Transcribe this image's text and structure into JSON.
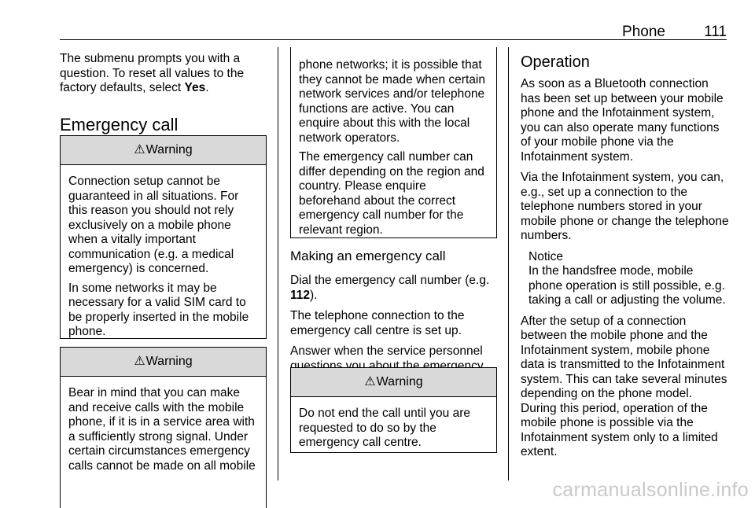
{
  "header": {
    "title": "Phone",
    "page": "111"
  },
  "col1": {
    "intro_pre": "The submenu prompts you with a question. To reset all values to the factory defaults, select ",
    "intro_bold": "Yes",
    "intro_post": ".",
    "section_title": "Emergency call",
    "warning1": {
      "title": "Warning",
      "p1": "Connection setup cannot be guaranteed in all situations. For this reason you should not rely exclusively on a mobile phone when a vitally important communication (e.g. a medical emergency) is concerned.",
      "p2": "In some networks it may be necessary for a valid SIM card to be properly inserted in the mobile phone."
    },
    "warning2": {
      "title": "Warning",
      "p1": "Bear in mind that you can make and receive calls with the mobile phone, if it is in a service area with a sufficiently strong signal. Under certain circumstances emergency calls cannot be made on all mobile"
    }
  },
  "col2": {
    "box_cont": {
      "p1": "phone networks; it is possible that they cannot be made when certain network services and/or telephone functions are active. You can enquire about this with the local network operators.",
      "p2": "The emergency call number can differ depending on the region and country. Please enquire beforehand about the correct emergency call number for the relevant region."
    },
    "subheading": "Making an emergency call",
    "dial_pre": "Dial the emergency call number (e.g. ",
    "dial_bold": "112",
    "dial_post": ").",
    "p_connection": "The telephone connection to the emergency call centre is set up.",
    "p_answer": "Answer when the service personnel questions you about the emergency.",
    "warning3": {
      "title": "Warning",
      "p1": "Do not end the call until you are requested to do so by the emergency call centre."
    }
  },
  "col3": {
    "heading": "Operation",
    "p1": "As soon as a Bluetooth connection has been set up between your mobile phone and the Infotainment system, you can also operate many functions of your mobile phone via the Infotainment system.",
    "p2": "Via the Infotainment system, you can, e.g., set up a connection to the telephone numbers stored in your mobile phone or change the telephone numbers.",
    "notice_title": "Notice",
    "notice_text": "In the handsfree mode, mobile phone operation is still possible, e.g. taking a call or adjusting the volume.",
    "p3": "After the setup of a connection between the mobile phone and the Infotainment system, mobile phone data is transmitted to the Infotainment system. This can take several minutes depending on the phone model. During this period, operation of the mobile phone is possible via the Infotainment system only to a limited extent."
  },
  "icons": {
    "warning_icon": "warning-triangle-icon"
  },
  "watermark": "carmanualsonline.info"
}
